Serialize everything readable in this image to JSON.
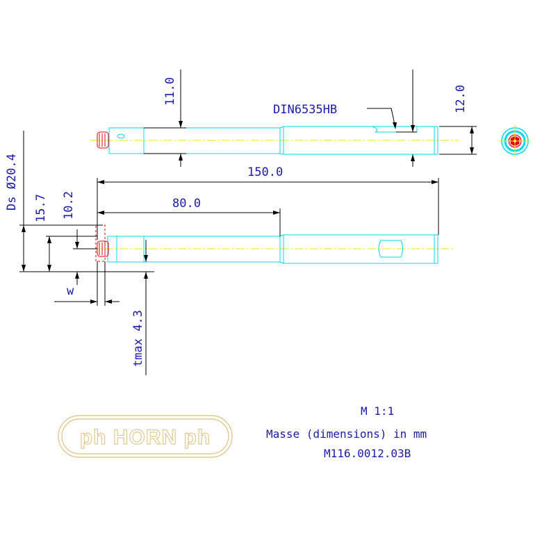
{
  "dimensions": {
    "top_height": "11.0",
    "top_right_height": "12.0",
    "standard": "DIN6535HB",
    "length_total": "150.0",
    "length_partial": "80.0",
    "shank_diameter": "Ds Ø20.4",
    "height_15_7": "15.7",
    "height_10_2": "10.2",
    "w_label": "w",
    "tmax": "tmax  4.3"
  },
  "info": {
    "scale": "M 1:1",
    "units": "Masse (dimensions) in mm",
    "drawing_number": "M116.0012.03B"
  },
  "logo": {
    "text": "ph HORN ph"
  },
  "colors": {
    "text": "#1a1aa8",
    "outline": "#00d8f0",
    "centerline": "#e8e800",
    "insert": "#e00000",
    "logo": "#e0c890"
  }
}
